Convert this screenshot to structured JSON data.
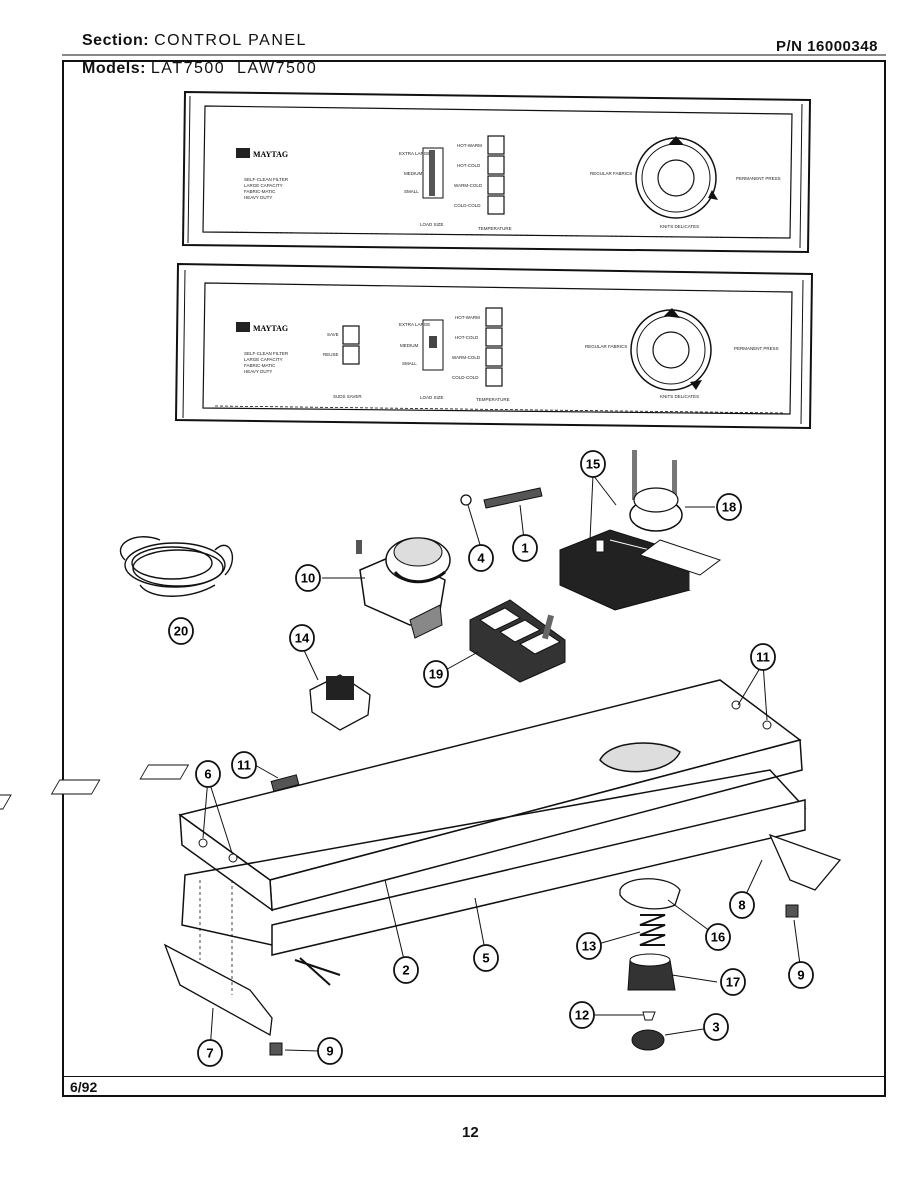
{
  "header": {
    "section_label": "Section:",
    "section_value": "CONTROL PANEL",
    "models_label": "Models:",
    "models_value": "LAT7500  LAW7500",
    "part_number": "P/N 16000348"
  },
  "panel_top": {
    "brand": "MAYTAG",
    "features": [
      "SELF-CLEAN FILTER",
      "LARGE CAPACITY",
      "FABRIC-MATIC",
      "HEAVY DUTY"
    ],
    "load_sizes": [
      "EXTRA LARGE",
      "MEDIUM",
      "SMALL"
    ],
    "load_size_label": "LOAD SIZE",
    "temperatures": [
      "HOT-WARM",
      "HOT-COLD",
      "WARM-COLD",
      "COLD-COLD"
    ],
    "temperature_label": "TEMPERATURE",
    "regular_label": "REGULAR FABRICS",
    "permanent_label": "PERMANENT PRESS",
    "delicates_label": "KNITS DELICATES"
  },
  "panel_bottom": {
    "brand": "MAYTAG",
    "features": [
      "SELF-CLEAN FILTER",
      "LARGE CAPACITY",
      "FABRIC-MATIC",
      "HEAVY DUTY"
    ],
    "rinse_options": [
      "SAVE",
      "REUSE"
    ],
    "rinse_label": "SUDS SAVER",
    "load_sizes": [
      "EXTRA LARGE",
      "MEDIUM",
      "SMALL"
    ],
    "load_size_label": "LOAD SIZE",
    "temperatures": [
      "HOT-WARM",
      "HOT-COLD",
      "WARM-COLD",
      "COLD-COLD"
    ],
    "temperature_label": "TEMPERATURE",
    "regular_label": "REGULAR FABRICS",
    "permanent_label": "PERMANENT PRESS",
    "delicates_label": "KNITS DELICATES"
  },
  "callouts": [
    "15",
    "18",
    "4",
    "1",
    "10",
    "20",
    "14",
    "19",
    "11",
    "6",
    "11",
    "8",
    "16",
    "13",
    "2",
    "5",
    "17",
    "9",
    "12",
    "3",
    "7",
    "9"
  ],
  "footer": {
    "date": "6/92",
    "page": "12"
  }
}
